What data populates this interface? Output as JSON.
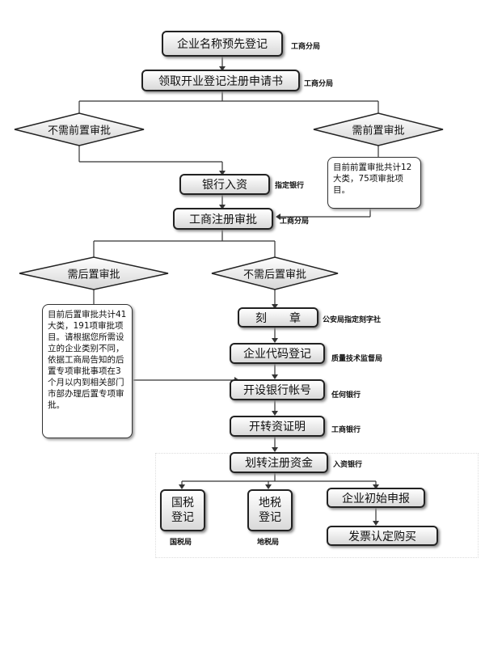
{
  "steps": {
    "name_preregistration": "企业名称预先登记",
    "get_application": "领取开业登记注册申请书",
    "bank_capital": "银行入资",
    "business_registration": "工商注册审批",
    "engrave_seal": "刻　　章",
    "org_code": "企业代码登记",
    "open_bank_account": "开设银行帐号",
    "capital_certificate": "开转资证明",
    "transfer_capital": "划转注册资金",
    "national_tax": [
      "国税",
      "登记"
    ],
    "local_tax": [
      "地税",
      "登记"
    ],
    "initial_declaration": "企业初始申报",
    "invoice_purchase": "发票认定购买"
  },
  "decisions": {
    "no_pre_approval": "不需前置审批",
    "need_pre_approval": "需前置审批",
    "need_post_approval": "需后置审批",
    "no_post_approval": "不需后置审批"
  },
  "agencies": {
    "name_preregistration": "工商分局",
    "get_application": "工商分局",
    "bank_capital": "指定银行",
    "business_registration": "工商分局",
    "engrave_seal": "公安局指定刻字社",
    "org_code": "质量技术监督局",
    "open_bank_account": "任何银行",
    "capital_certificate": "工商银行",
    "transfer_capital": "入资银行",
    "national_tax": "国税局",
    "local_tax": "地税局"
  },
  "notes": {
    "pre_approval": "目前前置审批共计12大类，75项审批项目。",
    "post_approval": "目前后置审批共计41大类，191项审批项目。请根据您所需设立的企业类别不同，依据工商局告知的后置专项审批事项在3个月以内到相关部门市部办理后置专项审批。"
  }
}
